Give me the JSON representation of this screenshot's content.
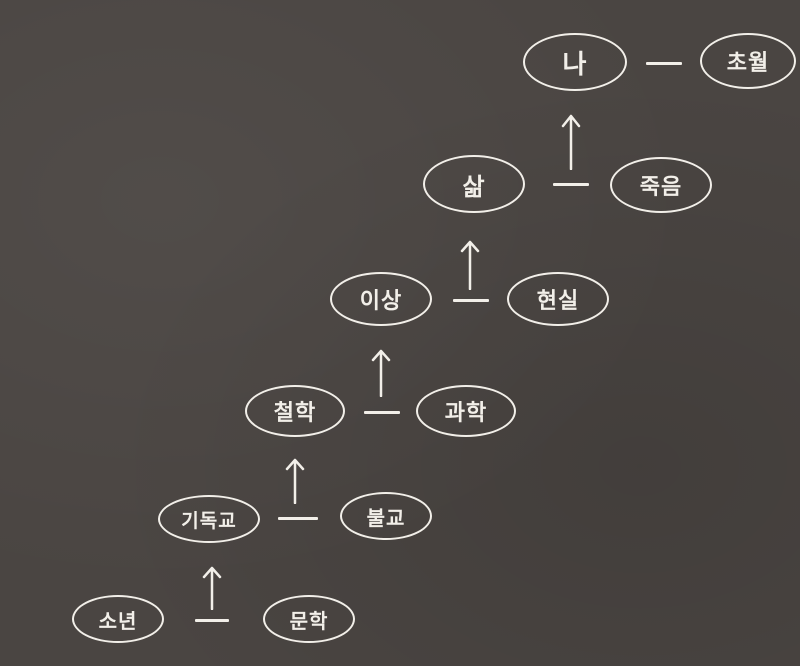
{
  "nodes": {
    "soyeon": "소년",
    "munhak": "문학",
    "gidokgyo": "기독교",
    "bulgyo": "불교",
    "cheolhak": "철학",
    "gwahak": "과학",
    "isang": "이상",
    "hyeonsil": "현실",
    "sam": "삶",
    "jugeum": "죽음",
    "na": "나",
    "chowol": "초월"
  },
  "colors": {
    "background": "#4a4542",
    "ink": "#f2efe9"
  }
}
